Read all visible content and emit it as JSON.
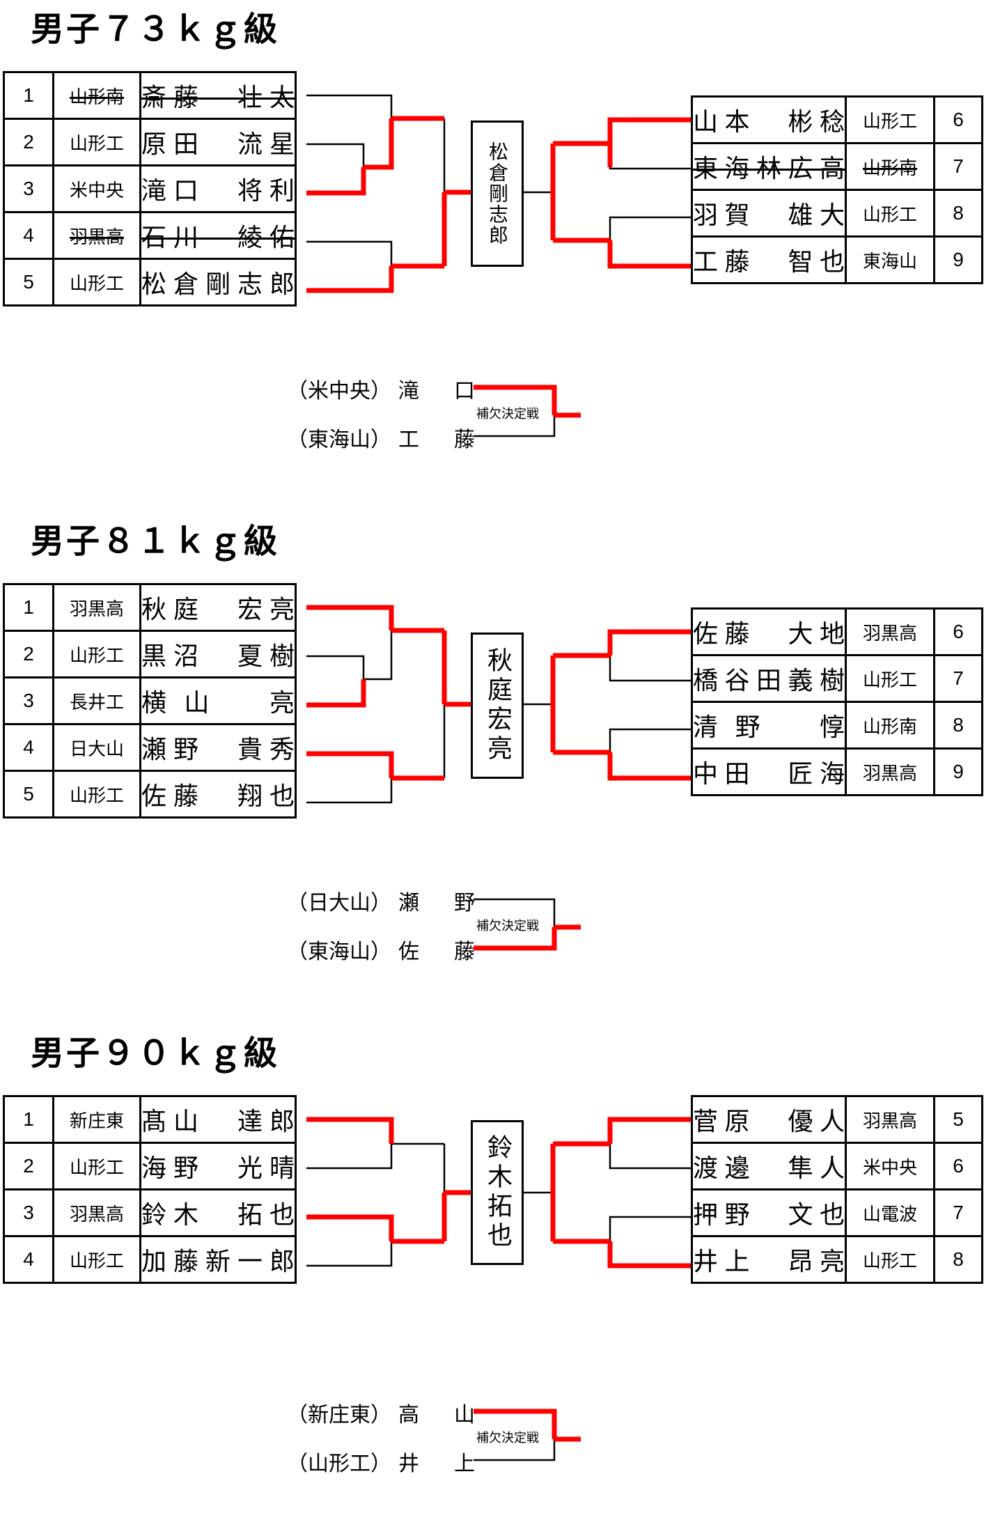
{
  "colors": {
    "winner_line": "#ff0000",
    "line": "#000000"
  },
  "sections": [
    {
      "title": "男子７３ｋｇ級",
      "left": [
        {
          "num": "1",
          "school": "山形南",
          "name": "斎藤　壮太",
          "struck": true
        },
        {
          "num": "2",
          "school": "山形工",
          "name": "原田　流星",
          "struck": false
        },
        {
          "num": "3",
          "school": "米中央",
          "name": "滝口　将利",
          "struck": false
        },
        {
          "num": "4",
          "school": "羽黒高",
          "name": "石川　綾佑",
          "struck": true
        },
        {
          "num": "5",
          "school": "山形工",
          "name": "松倉剛志郎",
          "struck": false
        }
      ],
      "right": [
        {
          "num": "6",
          "school": "山形工",
          "name": "山本　彬稔",
          "struck": false
        },
        {
          "num": "7",
          "school": "山形南",
          "name": "東海林広高",
          "struck": true
        },
        {
          "num": "8",
          "school": "山形工",
          "name": "羽賀　雄大",
          "struck": false
        },
        {
          "num": "9",
          "school": "東海山",
          "name": "工藤　智也",
          "struck": false
        }
      ],
      "winner": "松倉剛志郎",
      "repechage": {
        "label": "補欠決定戦",
        "players": [
          {
            "school": "（米中央）",
            "name": "滝　口"
          },
          {
            "school": "（東海山）",
            "name": "工　藤"
          }
        ],
        "winner_index": 0
      }
    },
    {
      "title": "男子８１ｋｇ級",
      "left": [
        {
          "num": "1",
          "school": "羽黒高",
          "name": "秋庭　宏亮",
          "struck": false
        },
        {
          "num": "2",
          "school": "山形工",
          "name": "黒沼　夏樹",
          "struck": false
        },
        {
          "num": "3",
          "school": "長井工",
          "name": "横山　亮",
          "struck": false
        },
        {
          "num": "4",
          "school": "日大山",
          "name": "瀬野　貴秀",
          "struck": false
        },
        {
          "num": "5",
          "school": "山形工",
          "name": "佐藤　翔也",
          "struck": false
        }
      ],
      "right": [
        {
          "num": "6",
          "school": "羽黒高",
          "name": "佐藤　大地",
          "struck": false
        },
        {
          "num": "7",
          "school": "山形工",
          "name": "橋谷田義樹",
          "struck": false
        },
        {
          "num": "8",
          "school": "山形南",
          "name": "清野　惇",
          "struck": false
        },
        {
          "num": "9",
          "school": "羽黒高",
          "name": "中田　匠海",
          "struck": false
        }
      ],
      "winner": "秋庭宏亮",
      "repechage": {
        "label": "補欠決定戦",
        "players": [
          {
            "school": "（日大山）",
            "name": "瀬　野"
          },
          {
            "school": "（東海山）",
            "name": "佐　藤"
          }
        ],
        "winner_index": 1
      }
    },
    {
      "title": "男子９０ｋｇ級",
      "left": [
        {
          "num": "1",
          "school": "新庄東",
          "name": "髙山　達郎",
          "struck": false
        },
        {
          "num": "2",
          "school": "山形工",
          "name": "海野　光晴",
          "struck": false
        },
        {
          "num": "3",
          "school": "羽黒高",
          "name": "鈴木　拓也",
          "struck": false
        },
        {
          "num": "4",
          "school": "山形工",
          "name": "加藤新一郎",
          "struck": false
        }
      ],
      "right": [
        {
          "num": "5",
          "school": "羽黒高",
          "name": "菅原　優人",
          "struck": false
        },
        {
          "num": "6",
          "school": "米中央",
          "name": "渡邊　隼人",
          "struck": false
        },
        {
          "num": "7",
          "school": "山電波",
          "name": "押野　文也",
          "struck": false
        },
        {
          "num": "8",
          "school": "山形工",
          "name": "井上　昂亮",
          "struck": false
        }
      ],
      "winner": "鈴木拓也",
      "repechage": {
        "label": "補欠決定戦",
        "players": [
          {
            "school": "（新庄東）",
            "name": "高　山"
          },
          {
            "school": "（山形工）",
            "name": "井　上"
          }
        ],
        "winner_index": 0
      }
    }
  ]
}
